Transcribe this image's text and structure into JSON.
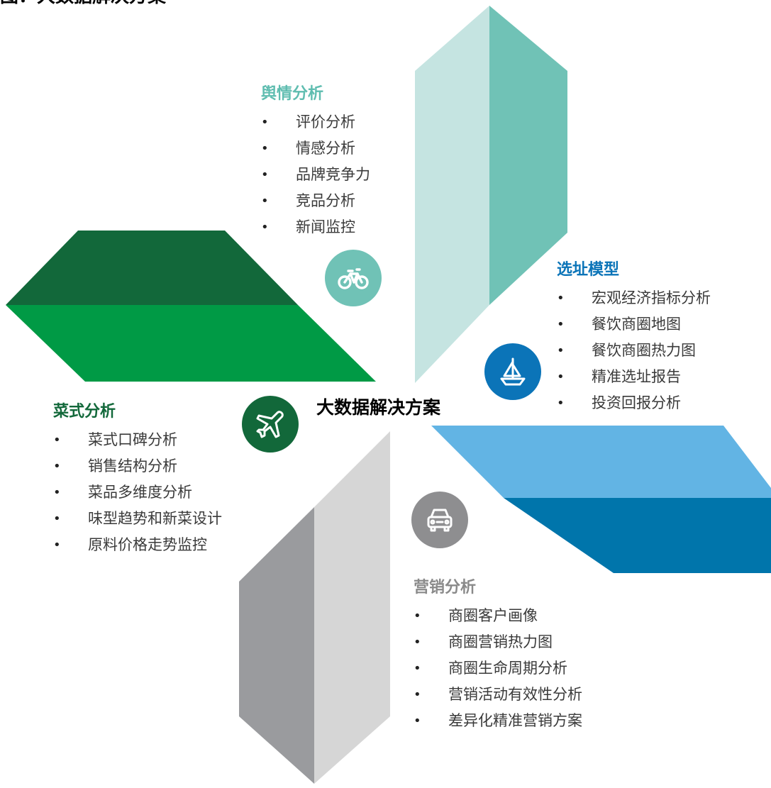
{
  "page_title": "图：大数据解决方案",
  "center_title": "大数据解决方案",
  "colors": {
    "teal_light": "#c5e4e1",
    "teal_dark": "#70c2b6",
    "green_dark": "#12683a",
    "green": "#009a45",
    "blue_light": "#62b4e4",
    "blue_dark": "#0075ab",
    "gray_dark": "#9a9b9e",
    "gray_light": "#d6d6d6"
  },
  "sections": {
    "sentiment": {
      "title": "舆情分析",
      "icon": "bicycle-icon",
      "color": "#5fbdb0",
      "items": [
        "评价分析",
        "情感分析",
        "品牌竞争力",
        "竞品分析",
        "新闻监控"
      ]
    },
    "site": {
      "title": "选址模型",
      "icon": "sailboat-icon",
      "color": "#0b74b8",
      "items": [
        "宏观经济指标分析",
        "餐饮商圈地图",
        "餐饮商圈热力图",
        "精准选址报告",
        "投资回报分析"
      ]
    },
    "dish": {
      "title": "菜式分析",
      "icon": "airplane-icon",
      "color": "#12683a",
      "items": [
        "菜式口碑分析",
        "销售结构分析",
        "菜品多维度分析",
        "味型趋势和新菜设计",
        "原料价格走势监控"
      ]
    },
    "marketing": {
      "title": "营销分析",
      "icon": "car-icon",
      "color": "#8a8a8a",
      "items": [
        "商圈客户画像",
        "商圈营销热力图",
        "商圈生命周期分析",
        "营销活动有效性分析",
        "差异化精准营销方案"
      ]
    }
  }
}
